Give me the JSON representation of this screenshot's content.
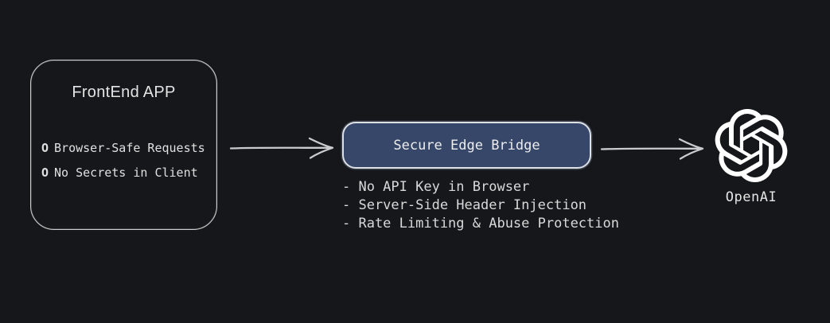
{
  "canvas": {
    "background": "#16171a",
    "stroke_color": "#cfcfcf",
    "node_fill": "#36476a"
  },
  "frontend_node": {
    "title": "FrontEnd APP",
    "items": [
      {
        "bullet": "O",
        "label": "Browser-Safe Requests"
      },
      {
        "bullet": "O",
        "label": "No Secrets in Client"
      }
    ]
  },
  "bridge_node": {
    "title": "Secure Edge Bridge",
    "features": [
      "- No API Key in Browser",
      "- Server-Side Header Injection",
      "- Rate Limiting & Abuse Protection"
    ]
  },
  "openai_node": {
    "label": "OpenAI",
    "icon": "openai-logo-icon"
  }
}
